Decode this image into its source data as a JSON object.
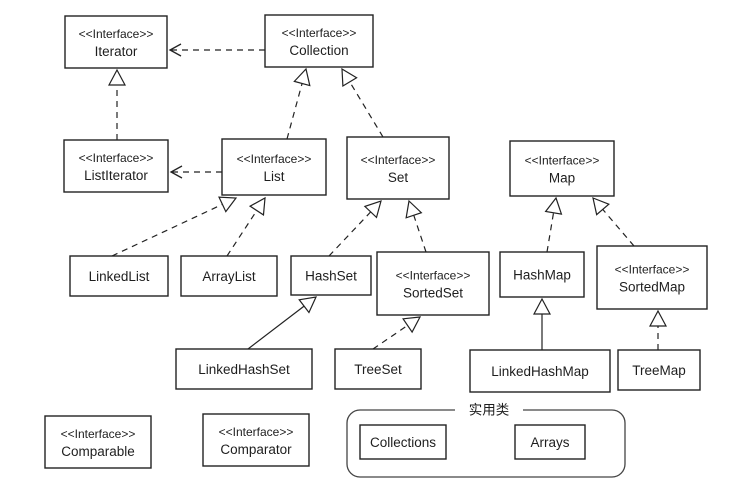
{
  "stereotype": "<<Interface>>",
  "nodes": {
    "iterator": {
      "label": "Iterator",
      "interface": true
    },
    "collection": {
      "label": "Collection",
      "interface": true
    },
    "listiterator": {
      "label": "ListIterator",
      "interface": true
    },
    "list": {
      "label": "List",
      "interface": true
    },
    "set": {
      "label": "Set",
      "interface": true
    },
    "map": {
      "label": "Map",
      "interface": true
    },
    "linkedlist": {
      "label": "LinkedList",
      "interface": false
    },
    "arraylist": {
      "label": "ArrayList",
      "interface": false
    },
    "hashset": {
      "label": "HashSet",
      "interface": false
    },
    "sortedset": {
      "label": "SortedSet",
      "interface": true
    },
    "hashmap": {
      "label": "HashMap",
      "interface": false
    },
    "sortedmap": {
      "label": "SortedMap",
      "interface": true
    },
    "linkedhashset": {
      "label": "LinkedHashSet",
      "interface": false
    },
    "treeset": {
      "label": "TreeSet",
      "interface": false
    },
    "linkedhashmap": {
      "label": "LinkedHashMap",
      "interface": false
    },
    "treemap": {
      "label": "TreeMap",
      "interface": false
    },
    "comparable": {
      "label": "Comparable",
      "interface": true
    },
    "comparator": {
      "label": "Comparator",
      "interface": true
    },
    "collections": {
      "label": "Collections",
      "interface": false
    },
    "arrays": {
      "label": "Arrays",
      "interface": false
    }
  },
  "utility_group": {
    "label": "实用类",
    "members": [
      "collections",
      "arrays"
    ]
  },
  "relations": [
    {
      "from": "collection",
      "to": "iterator",
      "type": "dependency"
    },
    {
      "from": "list",
      "to": "listiterator",
      "type": "dependency"
    },
    {
      "from": "listiterator",
      "to": "iterator",
      "type": "realization"
    },
    {
      "from": "list",
      "to": "collection",
      "type": "realization"
    },
    {
      "from": "set",
      "to": "collection",
      "type": "realization"
    },
    {
      "from": "linkedlist",
      "to": "list",
      "type": "realization"
    },
    {
      "from": "arraylist",
      "to": "list",
      "type": "realization"
    },
    {
      "from": "hashset",
      "to": "set",
      "type": "realization"
    },
    {
      "from": "sortedset",
      "to": "set",
      "type": "realization"
    },
    {
      "from": "linkedhashset",
      "to": "hashset",
      "type": "inheritance"
    },
    {
      "from": "treeset",
      "to": "sortedset",
      "type": "realization"
    },
    {
      "from": "hashmap",
      "to": "map",
      "type": "realization"
    },
    {
      "from": "sortedmap",
      "to": "map",
      "type": "realization"
    },
    {
      "from": "linkedhashmap",
      "to": "hashmap",
      "type": "inheritance"
    },
    {
      "from": "treemap",
      "to": "sortedmap",
      "type": "realization"
    }
  ]
}
